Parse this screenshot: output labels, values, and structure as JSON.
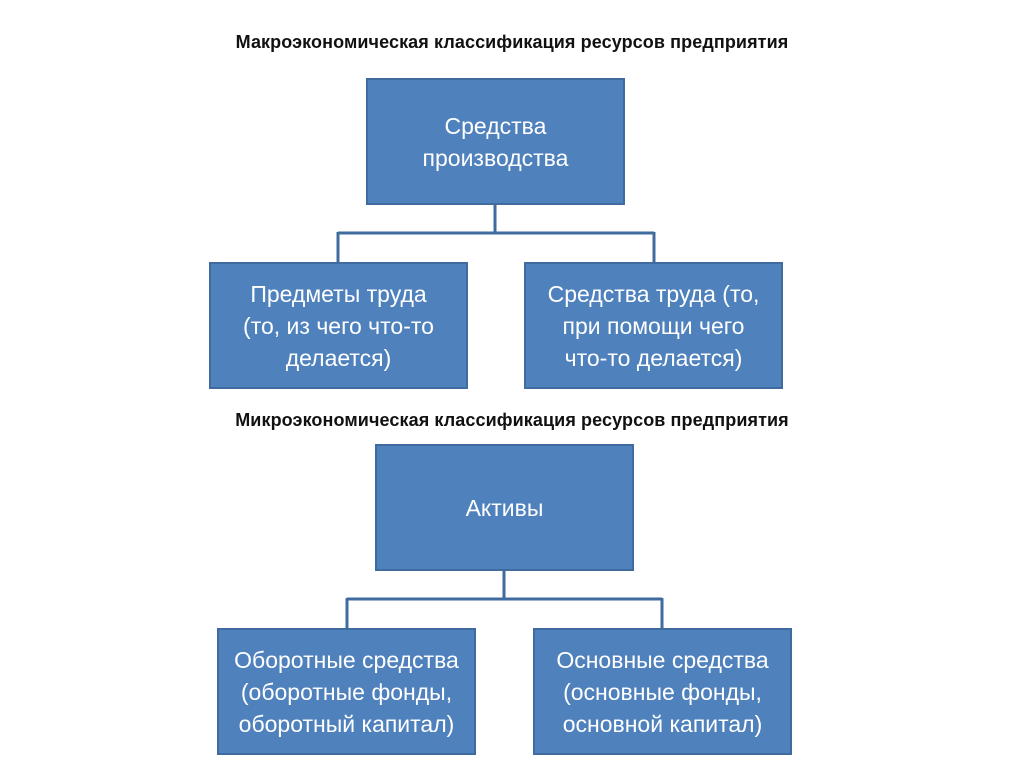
{
  "macro": {
    "title": "Макроэкономическая классификация ресурсов предприятия",
    "root": "Средства\nпроизводства",
    "left": "Предметы труда\n(то, из чего что-то\nделается)",
    "right": "Средства труда (то,\nпри помощи чего\nчто-то делается)"
  },
  "micro": {
    "title": "Микроэкономическая классификация ресурсов предприятия",
    "root": "Активы",
    "left": "Оборотные средства\n(оборотные фонды,\nоборотный капитал)",
    "right": "Основные средства\n(основные фонды,\nосновной капитал)"
  },
  "colors": {
    "box_fill": "#4f81bd",
    "box_border": "#3f6b9f",
    "box_text": "#ffffff",
    "heading_text": "#111111"
  }
}
